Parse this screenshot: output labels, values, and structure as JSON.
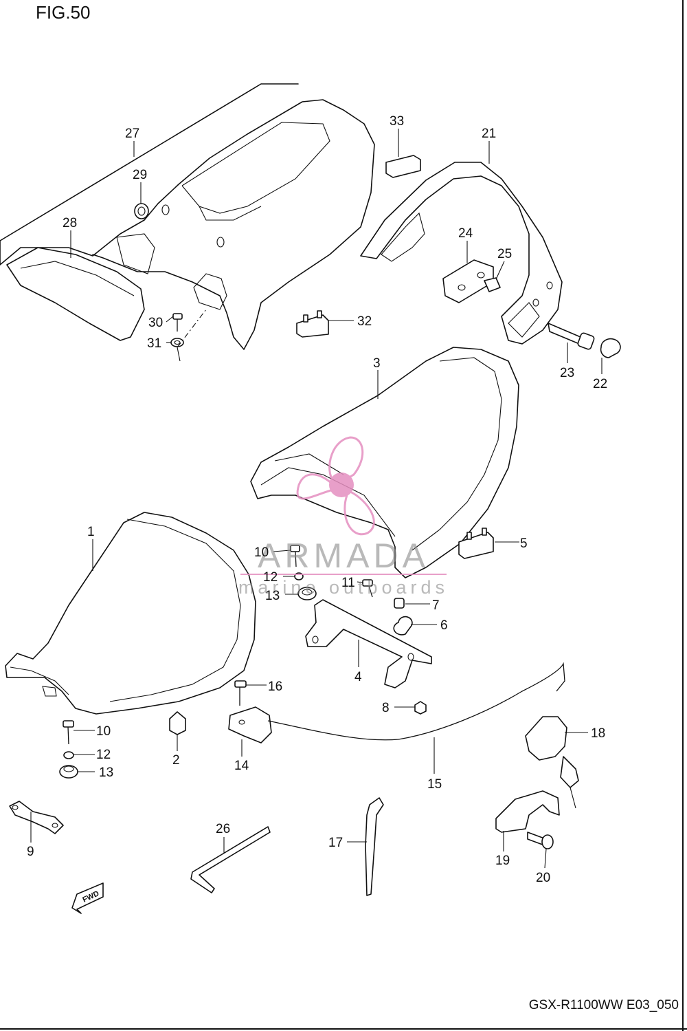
{
  "figure": {
    "title": "FIG.50",
    "code": "GSX-R1100WW  E03_050"
  },
  "watermark": {
    "brand": "ARMADA",
    "subtitle": "marine outboards",
    "color": "#e58fc0"
  },
  "fwd_label": "FWD",
  "callouts": [
    {
      "id": "c27",
      "num": "27"
    },
    {
      "id": "c29",
      "num": "29"
    },
    {
      "id": "c28",
      "num": "28"
    },
    {
      "id": "c30",
      "num": "30"
    },
    {
      "id": "c31",
      "num": "31"
    },
    {
      "id": "c32",
      "num": "32"
    },
    {
      "id": "c33",
      "num": "33"
    },
    {
      "id": "c21",
      "num": "21"
    },
    {
      "id": "c24",
      "num": "24"
    },
    {
      "id": "c25",
      "num": "25"
    },
    {
      "id": "c23",
      "num": "23"
    },
    {
      "id": "c22",
      "num": "22"
    },
    {
      "id": "c3",
      "num": "3"
    },
    {
      "id": "c1",
      "num": "1"
    },
    {
      "id": "c5",
      "num": "5"
    },
    {
      "id": "c10a",
      "num": "10"
    },
    {
      "id": "c12a",
      "num": "12"
    },
    {
      "id": "c13a",
      "num": "13"
    },
    {
      "id": "c11",
      "num": "11"
    },
    {
      "id": "c7",
      "num": "7"
    },
    {
      "id": "c6",
      "num": "6"
    },
    {
      "id": "c4",
      "num": "4"
    },
    {
      "id": "c8",
      "num": "8"
    },
    {
      "id": "c16",
      "num": "16"
    },
    {
      "id": "c10b",
      "num": "10"
    },
    {
      "id": "c2",
      "num": "2"
    },
    {
      "id": "c12b",
      "num": "12"
    },
    {
      "id": "c13b",
      "num": "13"
    },
    {
      "id": "c14",
      "num": "14"
    },
    {
      "id": "c15",
      "num": "15"
    },
    {
      "id": "c18",
      "num": "18"
    },
    {
      "id": "c9",
      "num": "9"
    },
    {
      "id": "c26",
      "num": "26"
    },
    {
      "id": "c17",
      "num": "17"
    },
    {
      "id": "c19",
      "num": "19"
    },
    {
      "id": "c20",
      "num": "20"
    }
  ]
}
